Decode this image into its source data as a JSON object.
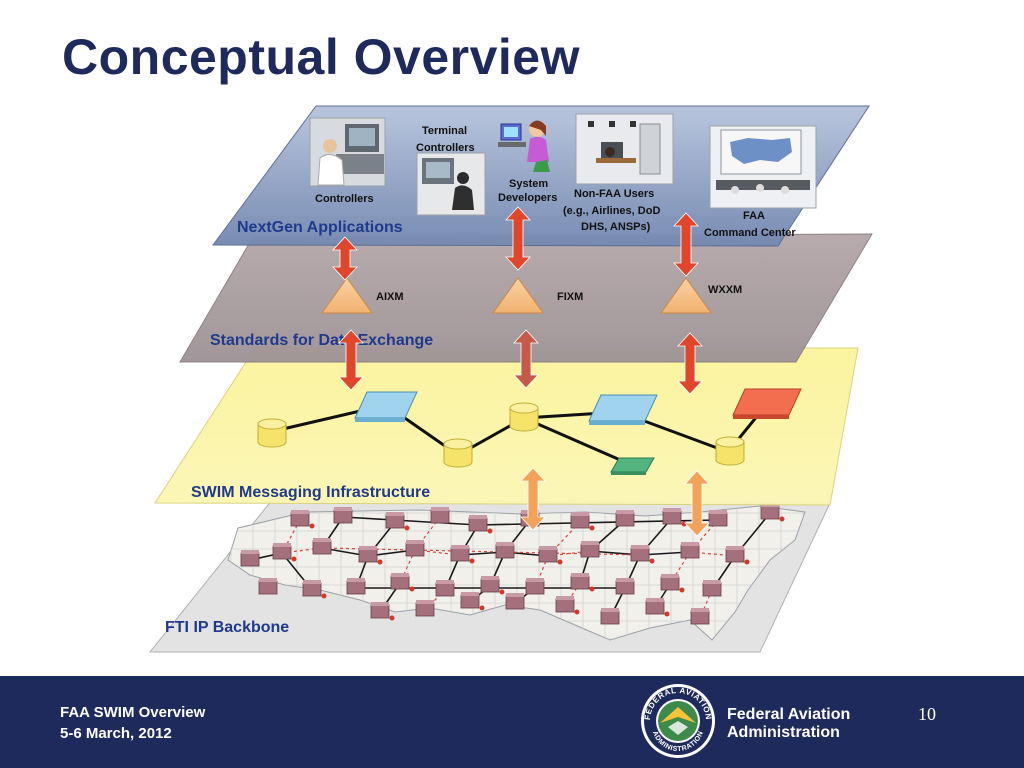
{
  "slide": {
    "title": "Conceptual Overview",
    "page_number": "10"
  },
  "footer": {
    "line1": "FAA SWIM Overview",
    "line2": "5-6 March, 2012",
    "agency_line1": "Federal Aviation",
    "agency_line2": "Administration",
    "seal_text_top": "FEDERAL AVIATION",
    "seal_text_bottom": "ADMINISTRATION"
  },
  "layers": {
    "applications": "NextGen Applications",
    "standards": "Standards for Data Exchange",
    "messaging": "SWIM Messaging Infrastructure",
    "backbone": "FTI IP Backbone"
  },
  "users": {
    "terminal_line1": "Terminal",
    "terminal_line2": "Controllers",
    "controllers": "Controllers",
    "developers_line1": "System",
    "developers_line2": "Developers",
    "nonfaa_line1": "Non-FAA Users",
    "nonfaa_line2": "(e.g., Airlines, DoD",
    "nonfaa_line3": "DHS, ANSPs)",
    "command_line1": "FAA",
    "command_line2": "Command Center"
  },
  "standards": {
    "aixm": "AIXM",
    "fixm": "FIXM",
    "wxxm": "WXXM"
  },
  "colors": {
    "title": "#1f2a5c",
    "footer_bg": "#1f2a5c",
    "layer_label": "#1f3a8a",
    "applications_plane": "#8396ba",
    "standards_plane": "#a59a9e",
    "messaging_plane": "#fbf59a",
    "backbone_plane": "#e3e3e3",
    "arrow_red": "#e0462b",
    "arrow_orange": "#f3a25a"
  }
}
